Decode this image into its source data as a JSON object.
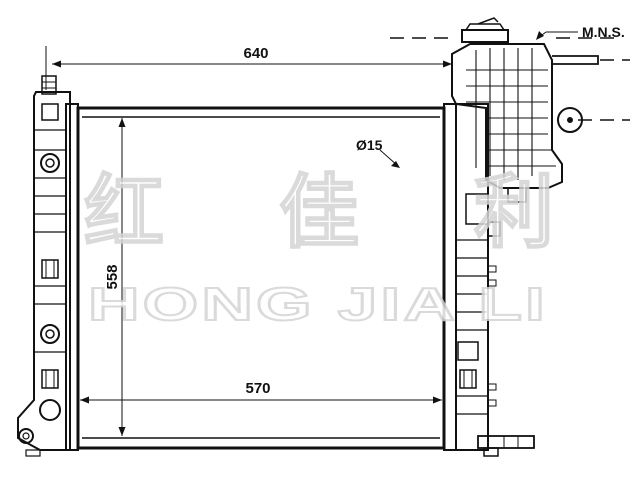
{
  "dimensions": {
    "overall_width": "640",
    "core_width": "570",
    "core_height": "558",
    "pipe_diameter": "Ø15"
  },
  "notes": {
    "mns_label": "M.N.S."
  },
  "watermark": {
    "chinese": "红 佳 利",
    "latin": "HONG JIA LI"
  },
  "colors": {
    "line": "#111111",
    "watermark_outline": "#d4d4d4"
  }
}
